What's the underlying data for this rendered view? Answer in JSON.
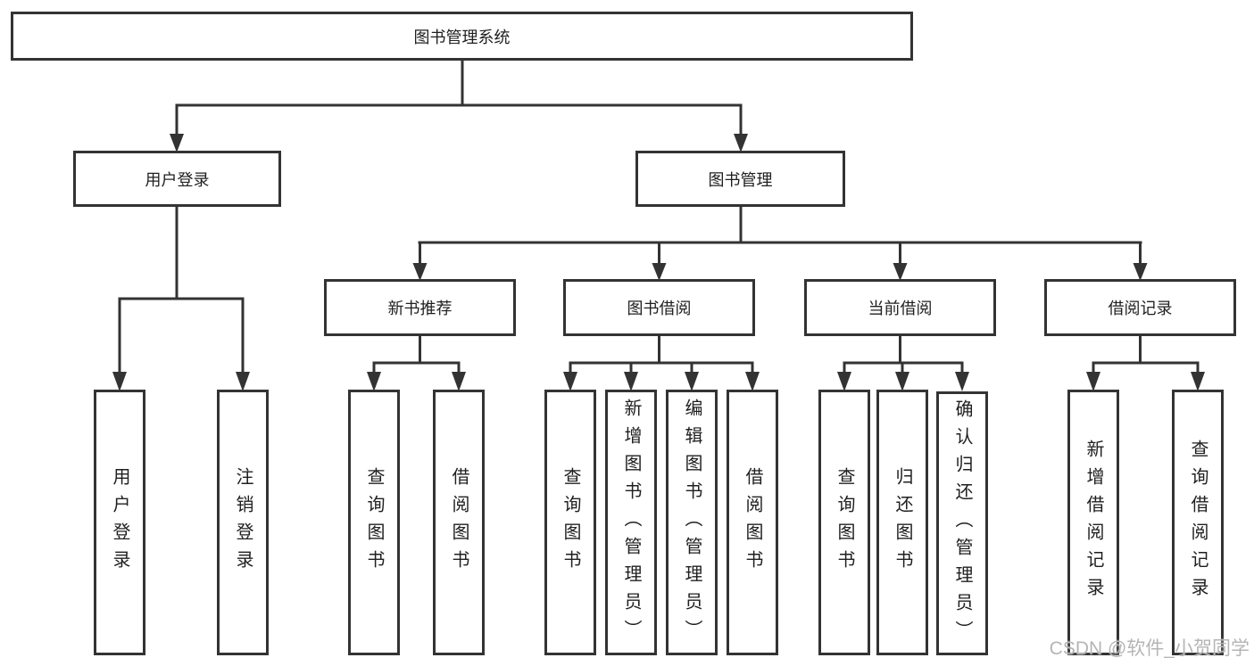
{
  "diagram": {
    "root": {
      "label": "图书管理系统"
    },
    "branches": [
      {
        "label": "用户登录",
        "children": [
          {
            "label": "用户登录"
          },
          {
            "label": "注销登录"
          }
        ]
      },
      {
        "label": "图书管理",
        "groups": [
          {
            "label": "新书推荐",
            "children": [
              {
                "label": "查询图书"
              },
              {
                "label": "借阅图书"
              }
            ]
          },
          {
            "label": "图书借阅",
            "children": [
              {
                "label": "查询图书"
              },
              {
                "label": "新增图书（管理员）"
              },
              {
                "label": "编辑图书（管理员）"
              },
              {
                "label": "借阅图书"
              }
            ]
          },
          {
            "label": "当前借阅",
            "children": [
              {
                "label": "查询图书"
              },
              {
                "label": "归还图书"
              },
              {
                "label": "确认归还（管理员）"
              }
            ]
          },
          {
            "label": "借阅记录",
            "children": [
              {
                "label": "新增借阅记录"
              },
              {
                "label": "查询借阅记录"
              }
            ]
          }
        ]
      }
    ]
  },
  "watermark": "CSDN @软件_小贺同学",
  "colors": {
    "line": "#333333",
    "text": "#1f1f1f",
    "background": "#ffffff",
    "watermark": "#b5b5b5"
  }
}
